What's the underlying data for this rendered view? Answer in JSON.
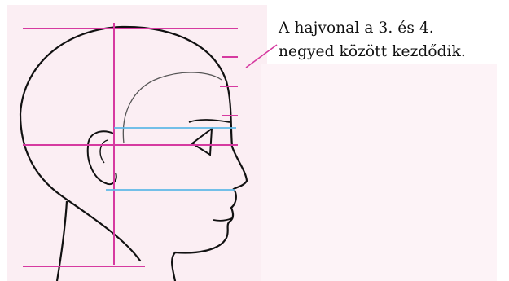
{
  "annotation": {
    "line1": "A hajvonal a 3. és 4.",
    "line2": "negyed között kezdődik."
  },
  "colors": {
    "background_tint": "#fbeef3",
    "guide": "#d63aa0",
    "eye_guide": "#5fb8e6",
    "outline": "#111111",
    "hairline": "#555555"
  },
  "figure": {
    "subject": "head profile proportion diagram",
    "icons": [
      "head-outline",
      "ear",
      "eye",
      "hairline"
    ]
  }
}
